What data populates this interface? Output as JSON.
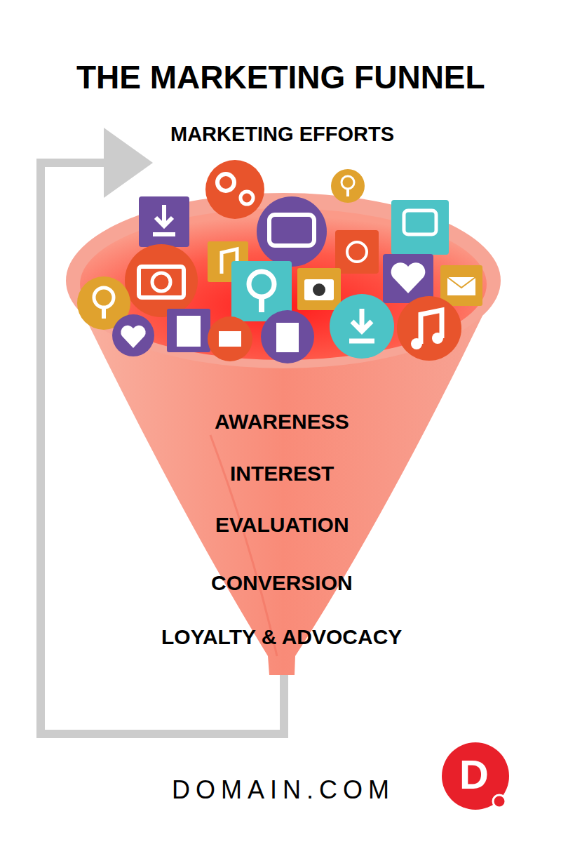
{
  "diagram": {
    "title": "THE MARKETING FUNNEL",
    "labels": [
      "MARKETING EFFORTS",
      "AWARENESS",
      "INTEREST",
      "EVALUATION",
      "CONVERSION",
      "LOYALTY & ADVOCACY",
      "DOMAIN.COM",
      "D"
    ]
  }
}
